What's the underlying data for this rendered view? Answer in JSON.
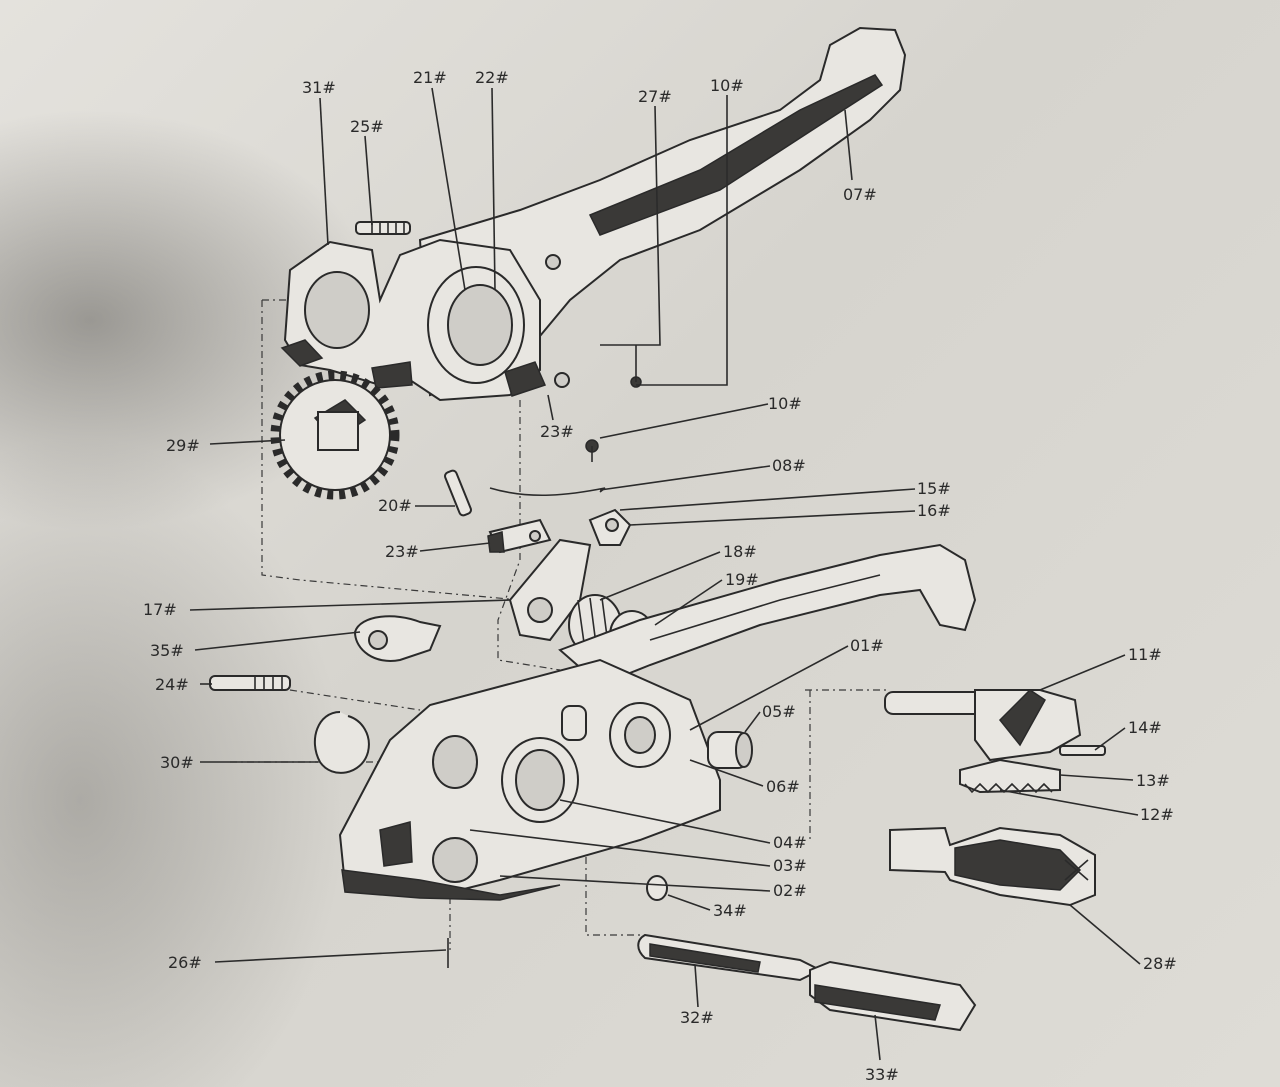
{
  "part_labels": {
    "p31": "31#",
    "p21": "21#",
    "p22": "22#",
    "p27": "27#",
    "p10a": "10#",
    "p25": "25#",
    "p07": "07#",
    "p10b": "10#",
    "p23a": "23#",
    "p29": "29#",
    "p08": "08#",
    "p15": "15#",
    "p20": "20#",
    "p16": "16#",
    "p23b": "23#",
    "p18": "18#",
    "p19": "19#",
    "p17": "17#",
    "p35": "35#",
    "p01": "01#",
    "p11": "11#",
    "p24": "24#",
    "p05": "05#",
    "p14": "14#",
    "p30": "30#",
    "p06": "06#",
    "p13": "13#",
    "p12": "12#",
    "p04": "04#",
    "p03": "03#",
    "p02": "02#",
    "p34": "34#",
    "p26": "26#",
    "p28": "28#",
    "p32": "32#",
    "p33": "33#"
  }
}
